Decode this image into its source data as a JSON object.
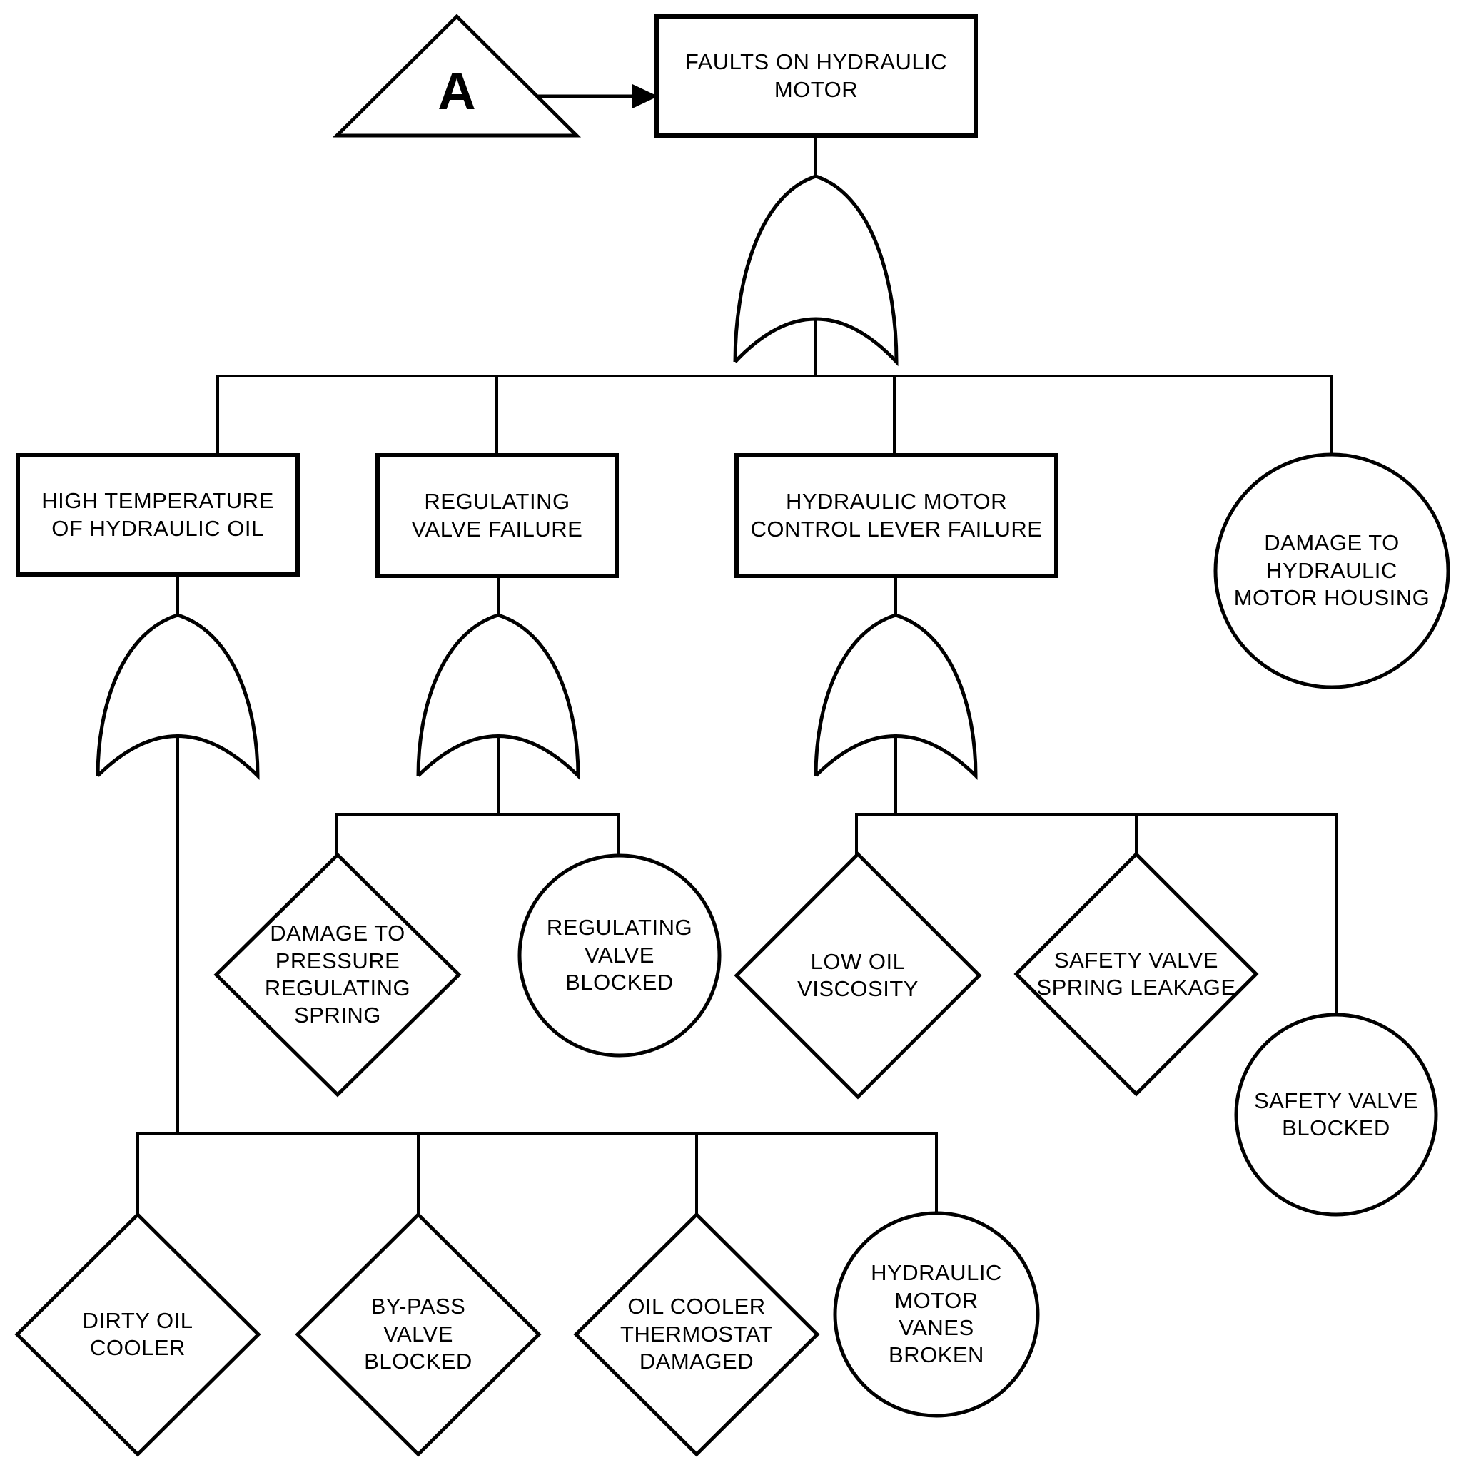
{
  "diagram_type": "fault-tree",
  "colors": {
    "line": "#000000",
    "background": "#ffffff"
  },
  "transfer": {
    "label": "A",
    "symbol": "transfer-in-triangle"
  },
  "gates": [
    {
      "id": "gate-top",
      "type": "OR",
      "feeds": "top_event"
    },
    {
      "id": "gate-high-temp",
      "type": "OR",
      "feeds": "high_temperature"
    },
    {
      "id": "gate-reg-valve",
      "type": "OR",
      "feeds": "regulating_valve_failure"
    },
    {
      "id": "gate-lever",
      "type": "OR",
      "feeds": "control_lever_failure"
    }
  ],
  "nodes": {
    "top_event": {
      "label": "FAULTS ON HYDRAULIC\nMOTOR",
      "shape": "rectangle",
      "type": "intermediate-event"
    },
    "high_temperature": {
      "label": "HIGH TEMPERATURE\nOF HYDRAULIC OIL",
      "shape": "rectangle",
      "type": "intermediate-event"
    },
    "regulating_valve_failure": {
      "label": "REGULATING\nVALVE FAILURE",
      "shape": "rectangle",
      "type": "intermediate-event"
    },
    "control_lever_failure": {
      "label": "HYDRAULIC MOTOR\nCONTROL LEVER FAILURE",
      "shape": "rectangle",
      "type": "intermediate-event"
    },
    "motor_housing_damage": {
      "label": "DAMAGE TO\nHYDRAULIC\nMOTOR HOUSING",
      "shape": "circle",
      "type": "basic-event"
    },
    "pressure_spring_damage": {
      "label": "DAMAGE TO\nPRESSURE\nREGULATING\nSPRING",
      "shape": "diamond",
      "type": "undeveloped-event"
    },
    "regulating_valve_blocked": {
      "label": "REGULATING\nVALVE\nBLOCKED",
      "shape": "circle",
      "type": "basic-event"
    },
    "low_oil_viscosity": {
      "label": "LOW OIL\nVISCOSITY",
      "shape": "diamond",
      "type": "undeveloped-event"
    },
    "safety_valve_spring_leakage": {
      "label": "SAFETY VALVE\nSPRING LEAKAGE",
      "shape": "diamond",
      "type": "undeveloped-event"
    },
    "safety_valve_blocked": {
      "label": "SAFETY VALVE\nBLOCKED",
      "shape": "circle",
      "type": "basic-event"
    },
    "dirty_oil_cooler": {
      "label": "DIRTY OIL\nCOOLER",
      "shape": "diamond",
      "type": "undeveloped-event"
    },
    "bypass_valve_blocked": {
      "label": "BY-PASS\nVALVE\nBLOCKED",
      "shape": "diamond",
      "type": "undeveloped-event"
    },
    "oil_cooler_thermostat_damaged": {
      "label": "OIL COOLER\nTHERMOSTAT\nDAMAGED",
      "shape": "diamond",
      "type": "undeveloped-event"
    },
    "motor_vanes_broken": {
      "label": "HYDRAULIC\nMOTOR\nVANES\nBROKEN",
      "shape": "circle",
      "type": "basic-event"
    }
  },
  "structure": {
    "top_event_children": [
      "high_temperature",
      "regulating_valve_failure",
      "control_lever_failure",
      "motor_housing_damage"
    ],
    "high_temperature_children": [
      "dirty_oil_cooler",
      "bypass_valve_blocked",
      "oil_cooler_thermostat_damaged",
      "motor_vanes_broken"
    ],
    "regulating_valve_failure_children": [
      "pressure_spring_damage",
      "regulating_valve_blocked"
    ],
    "control_lever_failure_children": [
      "low_oil_viscosity",
      "safety_valve_spring_leakage",
      "safety_valve_blocked"
    ]
  }
}
